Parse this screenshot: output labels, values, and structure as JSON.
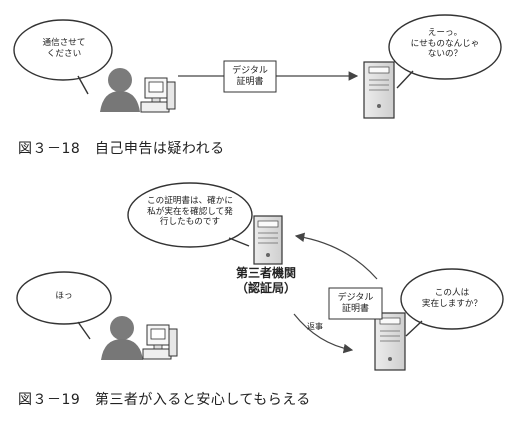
{
  "figure_18": {
    "caption": "図３－18　自己申告は疑われる",
    "bubble_left": "通信させて\nください",
    "bubble_right": "えーっ。\nにせものなんじゃ\nないの？",
    "certificate_label": "デジタル\n証明書"
  },
  "figure_19": {
    "caption": "図３－19　第三者が入ると安心してもらえる",
    "bubble_top": "この証明書は、確かに\n私が実在を確認して発\n行したものです",
    "authority_label": "第三者機関\n（認証局）",
    "bubble_left": "ほっ",
    "bubble_right": "この人は\n実在しますか？",
    "certificate_label": "デジタル\n証明書",
    "reply_label": "返事"
  }
}
